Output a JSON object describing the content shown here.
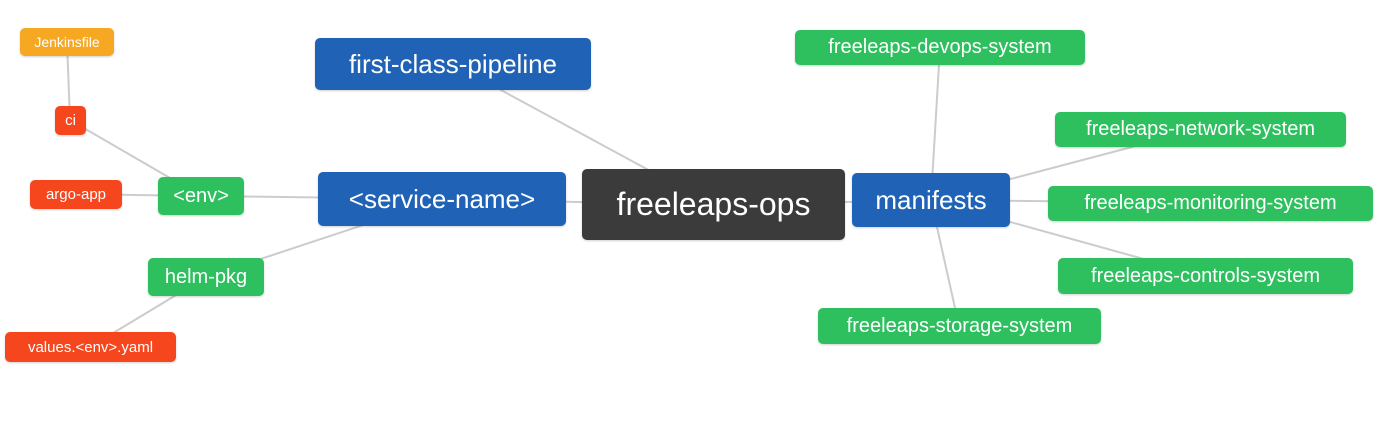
{
  "diagram": {
    "type": "mindmap",
    "background": "#ffffff",
    "palette": {
      "root_node": "#3b3b3b",
      "branch_node": "#2063b6",
      "system_node": "#2ec05f",
      "file_node": "#f5461d",
      "jenkins_node": "#f7a823",
      "text": "#ffffff",
      "connector": "#cccccc"
    },
    "nodes": [
      {
        "id": "freeleaps-ops",
        "label": "freeleaps-ops",
        "level": "root"
      },
      {
        "id": "first-class-pipeline",
        "label": "first-class-pipeline",
        "level": "branch"
      },
      {
        "id": "service-name",
        "label": "<service-name>",
        "level": "branch"
      },
      {
        "id": "manifests",
        "label": "manifests",
        "level": "branch"
      },
      {
        "id": "env",
        "label": "<env>",
        "level": "sub"
      },
      {
        "id": "helm-pkg",
        "label": "helm-pkg",
        "level": "sub"
      },
      {
        "id": "ci",
        "label": "ci",
        "level": "leaf"
      },
      {
        "id": "argo-app",
        "label": "argo-app",
        "level": "leaf"
      },
      {
        "id": "jenkinsfile",
        "label": "Jenkinsfile",
        "level": "leaf"
      },
      {
        "id": "values-env-yaml",
        "label": "values.<env>.yaml",
        "level": "leaf"
      },
      {
        "id": "freeleaps-devops-system",
        "label": "freeleaps-devops-system",
        "level": "sub"
      },
      {
        "id": "freeleaps-network-system",
        "label": "freeleaps-network-system",
        "level": "sub"
      },
      {
        "id": "freeleaps-monitoring-system",
        "label": "freeleaps-monitoring-system",
        "level": "sub"
      },
      {
        "id": "freeleaps-controls-system",
        "label": "freeleaps-controls-system",
        "level": "sub"
      },
      {
        "id": "freeleaps-storage-system",
        "label": "freeleaps-storage-system",
        "level": "sub"
      }
    ],
    "edges": [
      [
        "jenkinsfile",
        "ci"
      ],
      [
        "ci",
        "env"
      ],
      [
        "argo-app",
        "env"
      ],
      [
        "env",
        "service-name"
      ],
      [
        "helm-pkg",
        "service-name"
      ],
      [
        "values-env-yaml",
        "helm-pkg"
      ],
      [
        "first-class-pipeline",
        "freeleaps-ops"
      ],
      [
        "service-name",
        "freeleaps-ops"
      ],
      [
        "freeleaps-ops",
        "manifests"
      ],
      [
        "manifests",
        "freeleaps-devops-system"
      ],
      [
        "manifests",
        "freeleaps-network-system"
      ],
      [
        "manifests",
        "freeleaps-monitoring-system"
      ],
      [
        "manifests",
        "freeleaps-controls-system"
      ],
      [
        "manifests",
        "freeleaps-storage-system"
      ]
    ]
  }
}
